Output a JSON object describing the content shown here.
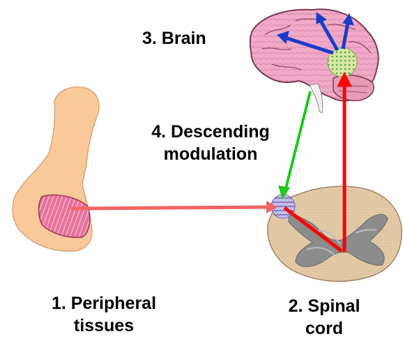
{
  "labels": {
    "brain": "3. Brain",
    "descending_line1": "4. Descending",
    "descending_line2": "modulation",
    "peripheral_line1": "1. Peripheral",
    "peripheral_line2": "tissues",
    "spinal_line1": "2. Spinal",
    "spinal_line2": "cord"
  },
  "colors": {
    "skin": "#f9c99a",
    "muscle": "#e8739a",
    "brain": "#f0aac8",
    "brain_outline": "#7a3a55",
    "thalamus": "#d8e8a0",
    "cord_white_matter": "#e6ccaa",
    "cord_grey_matter": "#8c8c8c",
    "dorsal_horn": "#b4b4dc",
    "ascending_arrow": "#ff0000",
    "peripheral_arrow": "#f26464",
    "descending_arrow": "#1ec81e",
    "cortical_arrows": "#1a3bc8"
  },
  "icons": {
    "arm": "arm-icon",
    "brain": "brain-icon",
    "spinal_cord": "spinal-cord-icon"
  }
}
